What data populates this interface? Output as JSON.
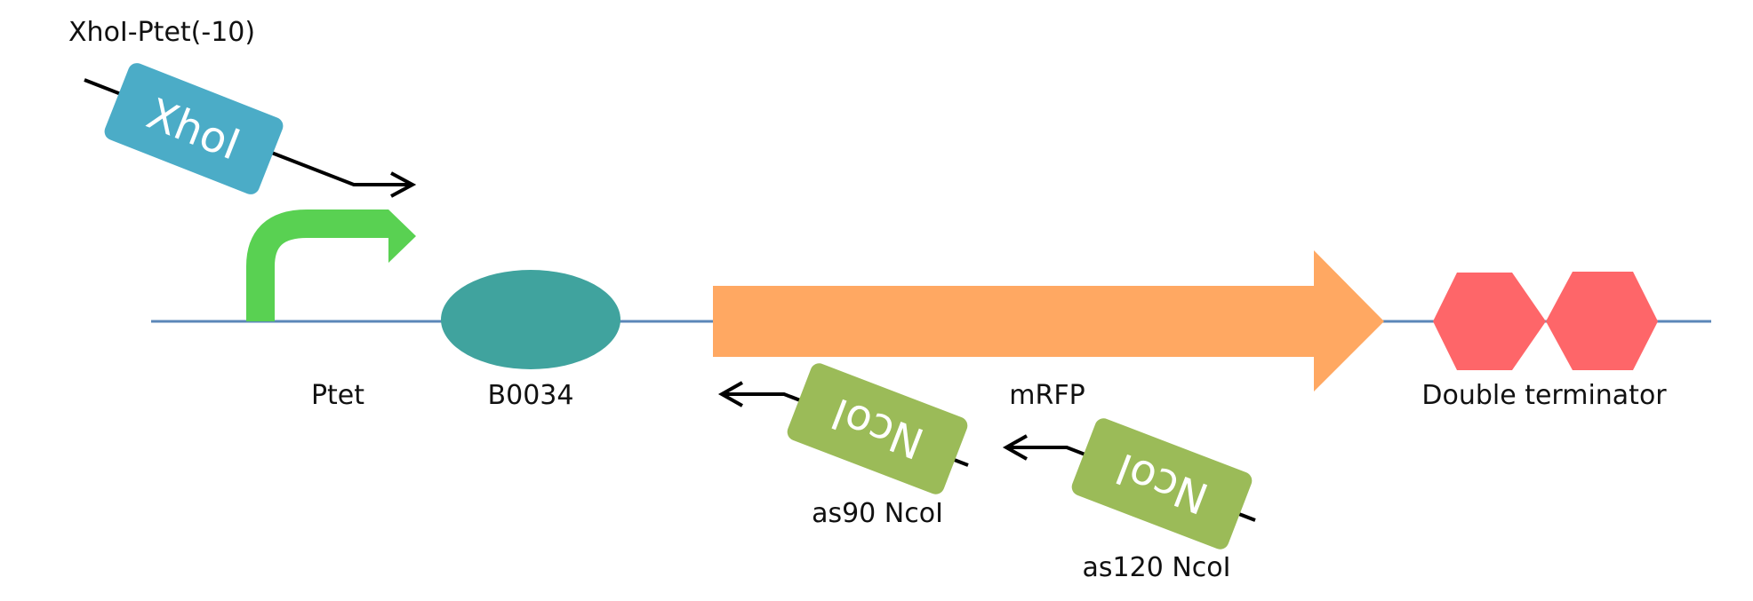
{
  "primer_forward": {
    "title": "XhoI-Ptet(-10)",
    "site": "XhoI"
  },
  "parts": {
    "promoter": "Ptet",
    "rbs": "B0034",
    "cds": "mRFP",
    "terminator": "Double terminator"
  },
  "primers_reverse": [
    {
      "label": "as90 NcoI",
      "site": "NcoI"
    },
    {
      "label": "as120 NcoI",
      "site": "NcoI"
    }
  ],
  "colors": {
    "backbone": "#5b87b8",
    "promoter": "#59d152",
    "rbs": "#40a39e",
    "cds": "#ffa862",
    "terminator": "#fe6669",
    "xhoi_box": "#4bacc7",
    "ncoi_box": "#9bbb58"
  }
}
